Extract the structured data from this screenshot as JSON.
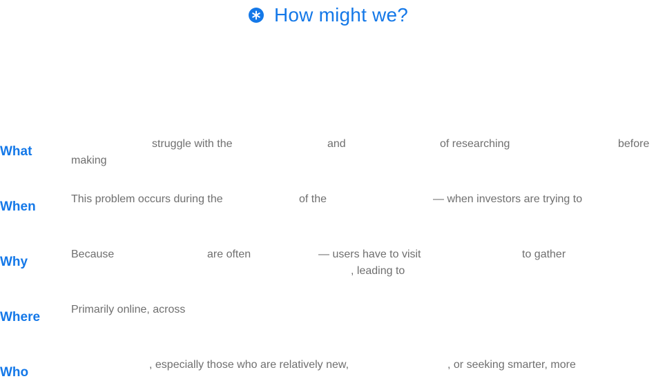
{
  "header": {
    "title": "How might we?",
    "accent_color": "#1478e8",
    "icon": "asterisk-circle-icon"
  },
  "rows": [
    {
      "label": "What",
      "segments": [
        "struggle with the",
        "and",
        "of researching",
        "before",
        "making"
      ]
    },
    {
      "label": "When",
      "segments": [
        "This problem occurs during the",
        "of the",
        "— when investors are trying to"
      ]
    },
    {
      "label": "Why",
      "segments": [
        "Because",
        "are often",
        "— users have to visit",
        "to gather",
        ", leading to"
      ]
    },
    {
      "label": "Where",
      "segments": [
        "Primarily online, across"
      ]
    },
    {
      "label": "Who",
      "segments": [
        ", especially those who are relatively new,",
        ", or seeking smarter, more"
      ]
    }
  ]
}
